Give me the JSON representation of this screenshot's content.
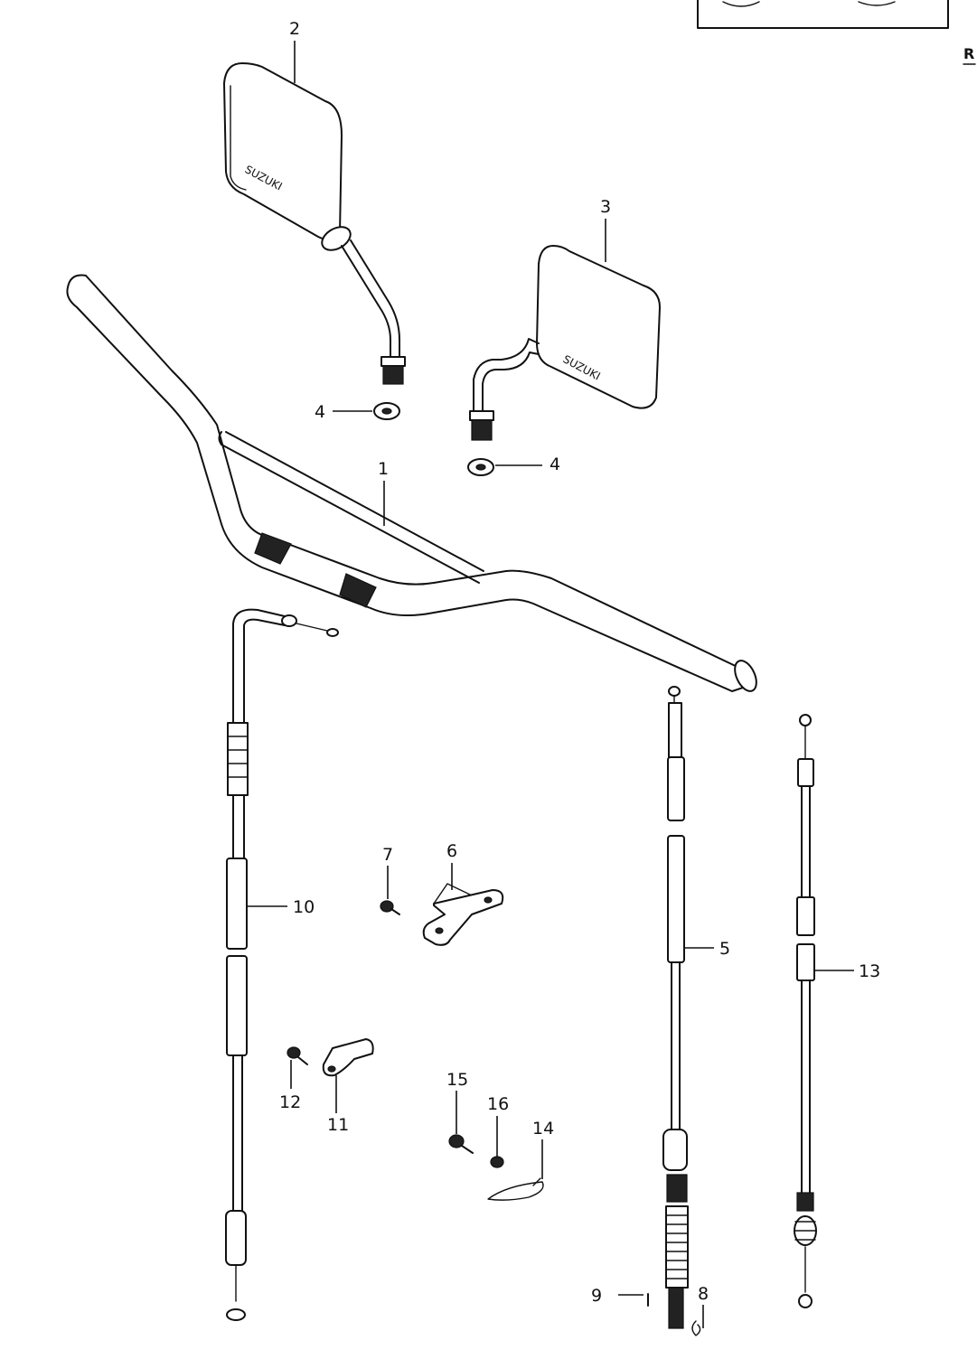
{
  "corner": {
    "left_mark": "R"
  },
  "callouts": {
    "handlebar": "1",
    "mirror_left": "2",
    "mirror_right": "3",
    "nut_left": "4",
    "nut_right": "4",
    "throttle_cable": "5",
    "bracket": "6",
    "bracket_screw": "7",
    "bottom_small_8": "8",
    "bottom_small_9": "9",
    "clutch_cable": "10",
    "clamp": "11",
    "clamp_screw": "12",
    "choke_cable": "13",
    "cable_tie": "14",
    "tie_screw": "15",
    "tie_nut": "16"
  },
  "mirror_labels": {
    "left": "SUZUKI",
    "right": "SUZUKI"
  }
}
